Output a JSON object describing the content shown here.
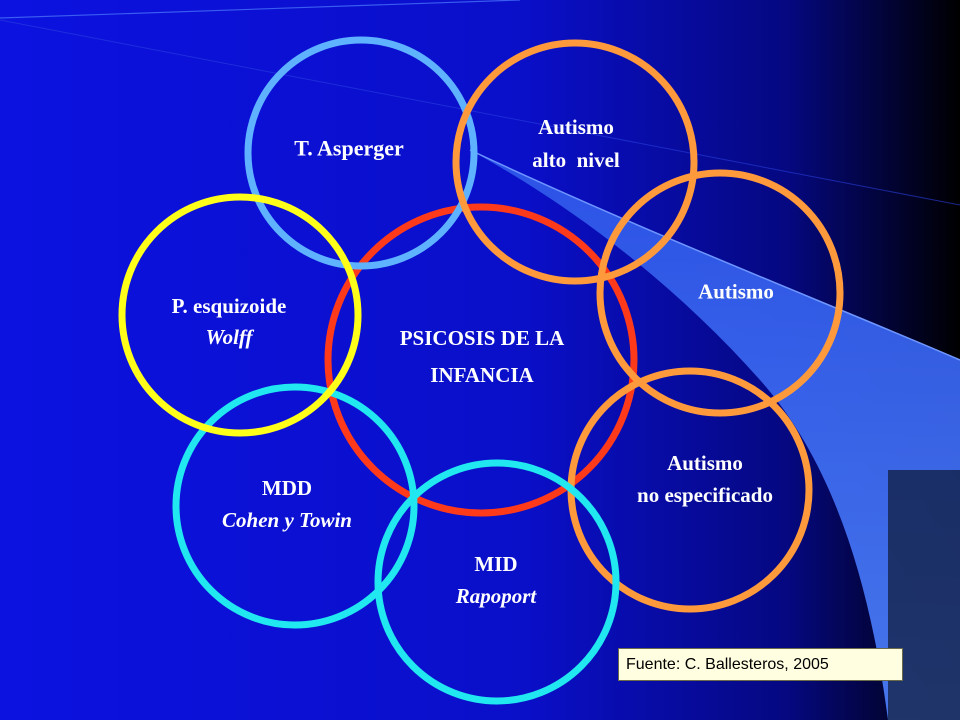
{
  "diagram": {
    "center": {
      "line1": "PSICOSIS DE LA",
      "line2": "INFANCIA",
      "color": "#ff3a1a"
    },
    "circles": [
      {
        "id": "asperger",
        "line1": "T. Asperger",
        "line2": "",
        "line2_italic": false,
        "color": "#5fb2ff"
      },
      {
        "id": "autismo-alto",
        "line1": "Autismo",
        "line2": "alto  nivel",
        "line2_italic": false,
        "color": "#ff9a3c"
      },
      {
        "id": "autismo",
        "line1": "Autismo",
        "line2": "",
        "line2_italic": false,
        "color": "#ff9a3c"
      },
      {
        "id": "autismo-noesp",
        "line1": "Autismo",
        "line2": "no especificado",
        "line2_italic": false,
        "color": "#ff9a3c"
      },
      {
        "id": "mid",
        "line1": "MID",
        "line2": "Rapoport",
        "line2_italic": true,
        "color": "#21e8f0"
      },
      {
        "id": "mdd",
        "line1": "MDD",
        "line2": "Cohen y Towin",
        "line2_italic": true,
        "color": "#21e8f0"
      },
      {
        "id": "esquizoide",
        "line1": "P. esquizoide",
        "line2": "Wolff",
        "line2_italic": true,
        "color": "#ffff1a"
      }
    ]
  },
  "source": {
    "text": "Fuente: C. Ballesteros, 2005"
  },
  "colors": {
    "background": "#0a10d8",
    "accent_blue": "#3d6cf0",
    "dark": "#000000"
  }
}
